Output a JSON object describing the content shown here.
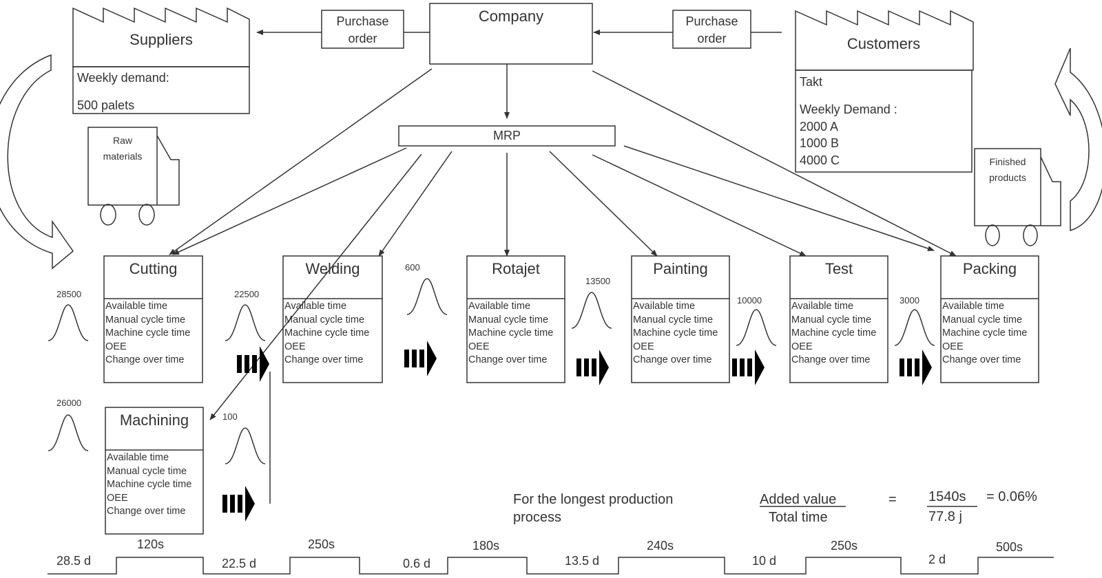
{
  "company": {
    "label": "Company"
  },
  "suppliers": {
    "label": "Suppliers",
    "info": [
      "Weekly demand:",
      "500 palets"
    ]
  },
  "customers": {
    "label": "Customers",
    "info": [
      "Takt",
      "Weekly Demand :",
      "2000 A",
      "1000 B",
      "4000 C"
    ]
  },
  "purchase_order_left": {
    "lines": [
      "Purchase",
      "order"
    ]
  },
  "purchase_order_right": {
    "lines": [
      "Purchase",
      "order"
    ]
  },
  "mrp": {
    "label": "MRP"
  },
  "truck_in": {
    "lines": [
      "Raw",
      "materials"
    ]
  },
  "truck_out": {
    "lines": [
      "Finished",
      "products"
    ]
  },
  "attributes": [
    "Available  time",
    "Manual  cycle time",
    "Machine cycle time",
    "OEE",
    "Change  over time"
  ],
  "processes": [
    {
      "name": "Cutting"
    },
    {
      "name": "Welding"
    },
    {
      "name": "Rotajet"
    },
    {
      "name": "Painting"
    },
    {
      "name": "Test"
    },
    {
      "name": "Packing"
    },
    {
      "name": "Machining"
    }
  ],
  "inventory": [
    "28500",
    "22500",
    "600",
    "13500",
    "10000",
    "3000",
    "26000",
    "100"
  ],
  "timeline": {
    "waits": [
      "28.5 d",
      "22.5 d",
      "0.6 d",
      "13.5 d",
      "10 d",
      "2 d"
    ],
    "cycles": [
      "120s",
      "250s",
      "180s",
      "240s",
      "250s",
      "500s"
    ]
  },
  "summary": {
    "longest": [
      "For the longest production",
      "process"
    ],
    "numerator_label": "Added value",
    "denominator_label": "Total time",
    "equals": "=",
    "numerator_value": "1540s",
    "denominator_value": "77.8 j",
    "result": "= 0.06%"
  },
  "colors": {
    "line": "#333333",
    "arrow": "#000000"
  }
}
